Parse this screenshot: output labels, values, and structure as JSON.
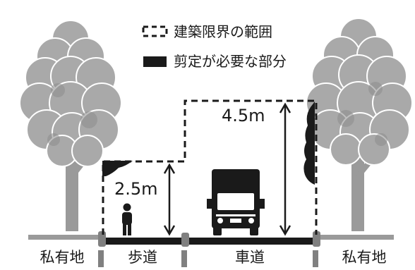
{
  "legend": {
    "clearance_label": "建築限界の範囲",
    "pruning_label": "剪定が必要な部分"
  },
  "measurements": {
    "sidewalk_height": "2.5m",
    "roadway_height": "4.5m"
  },
  "zones": {
    "private_left": "私有地",
    "sidewalk": "歩道",
    "roadway": "車道",
    "private_right": "私有地"
  },
  "colors": {
    "tree_light": "#a9a9a9",
    "tree_mid": "#8c8c8c",
    "trunk": "#9a9a9a",
    "ground": "#1a1a1a",
    "curb": "#808080",
    "pruning": "#1a1a1a",
    "clearance_line": "#1a1a1a"
  }
}
